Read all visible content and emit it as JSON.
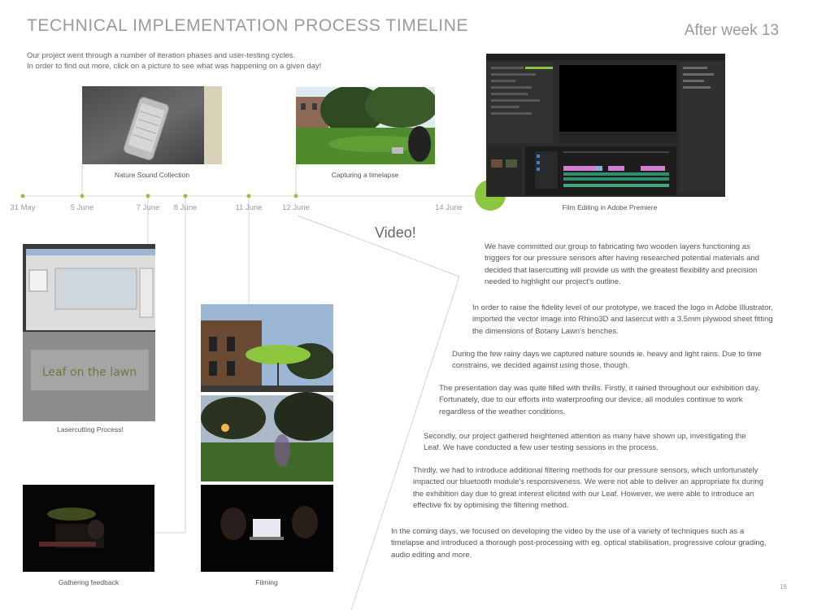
{
  "header": {
    "title": "TECHNICAL IMPLEMENTATION PROCESS TIMELINE",
    "week": "After week 13"
  },
  "intro": {
    "line1": "Our project went through a number of iteration phases and user-testing cycles.",
    "line2": "In order to find out more, click on a picture to see what was happening on a given day!"
  },
  "timeline": {
    "dates": [
      "31 May",
      "5 June",
      "7 June",
      "8 June",
      "11 June",
      "12 June",
      "14 June"
    ],
    "accent_color": "#8cc63f"
  },
  "photos": {
    "nature_sound": {
      "caption": "Nature Sound Collection"
    },
    "timelapse": {
      "caption": "Capturing a timelapse"
    },
    "premiere": {
      "caption": "Film Editing in Adobe Premiere"
    },
    "lasercut": {
      "caption": "Lasercutting Process!",
      "logo_text": "Leaf on the lawn"
    },
    "feedback": {
      "caption": "Gathering feedback"
    },
    "filming": {
      "caption": "Filming"
    }
  },
  "video_label": "Video!",
  "paragraphs": [
    "We have committed our group to fabricating two wooden layers functioning as triggers for our pressure sensors after having researched potential materials and decided that lasercutting will provide us with the greatest flexibility and precision needed to highlight our project's outline.",
    "In order to raise the fidelity level of our prototype, we traced the logo in Adobe Illustrator, imported the vector image into Rhino3D and lasercut with a 3.5mm plywood sheet fitting the dimensions of Botany Lawn's benches.",
    "During the few rainy days we captured nature sounds ie. heavy and light rains. Due to time constrains, we decided against using those, though.",
    "The presentation day was quite filled with thrills. Firstly, it rained throughout our exhibition day. Fortunately, due to our efforts into waterproofing our device, all modules continue to work regardless of the weather conditions.",
    "Secondly, our project gathered heightened attention as many have shown up, investigating the Leaf. We have conducted a few user testing sessions in the process.",
    "Thirdly, we had to introduce additional filtering methods for our pressure sensors, which unfortunately impacted our bluetooth module's responsiveness. We were not able to deliver an appropriate fix during the exhibition day due to great interest elicited with our Leaf. However, we were able to introduce an effective fix by optimising the filtering method.",
    "In the coming days, we focused on developing the video by the use of a variety of techniques such as a timelapse and introduced a thorough post-processing with eg. optical stabilisation, progressive colour grading, audio editing and more."
  ],
  "page_number": "16"
}
